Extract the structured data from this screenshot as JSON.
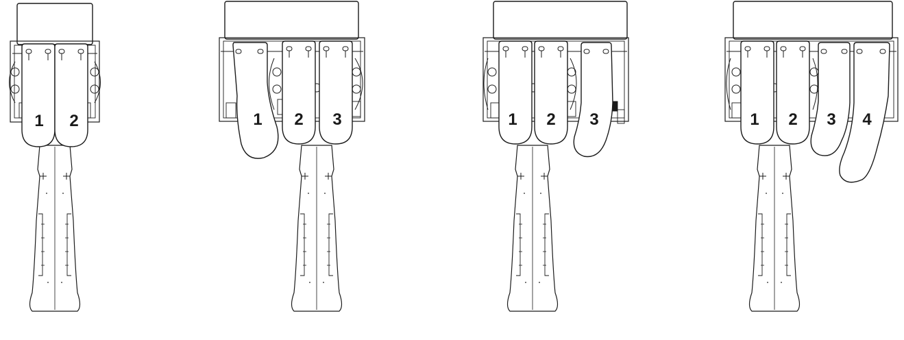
{
  "colors": {
    "background": "#ffffff",
    "stroke": "#1a1a1a",
    "text": "#1a1a1a"
  },
  "assemblies": [
    {
      "name": "two-lever",
      "levers": [
        {
          "label": "1"
        },
        {
          "label": "2"
        }
      ]
    },
    {
      "name": "three-lever-angled",
      "levers": [
        {
          "label": "1"
        },
        {
          "label": "2"
        },
        {
          "label": "3"
        }
      ]
    },
    {
      "name": "three-lever-right",
      "levers": [
        {
          "label": "1"
        },
        {
          "label": "2"
        },
        {
          "label": "3"
        }
      ]
    },
    {
      "name": "four-lever",
      "levers": [
        {
          "label": "1"
        },
        {
          "label": "2"
        },
        {
          "label": "3"
        },
        {
          "label": "4"
        }
      ]
    }
  ]
}
